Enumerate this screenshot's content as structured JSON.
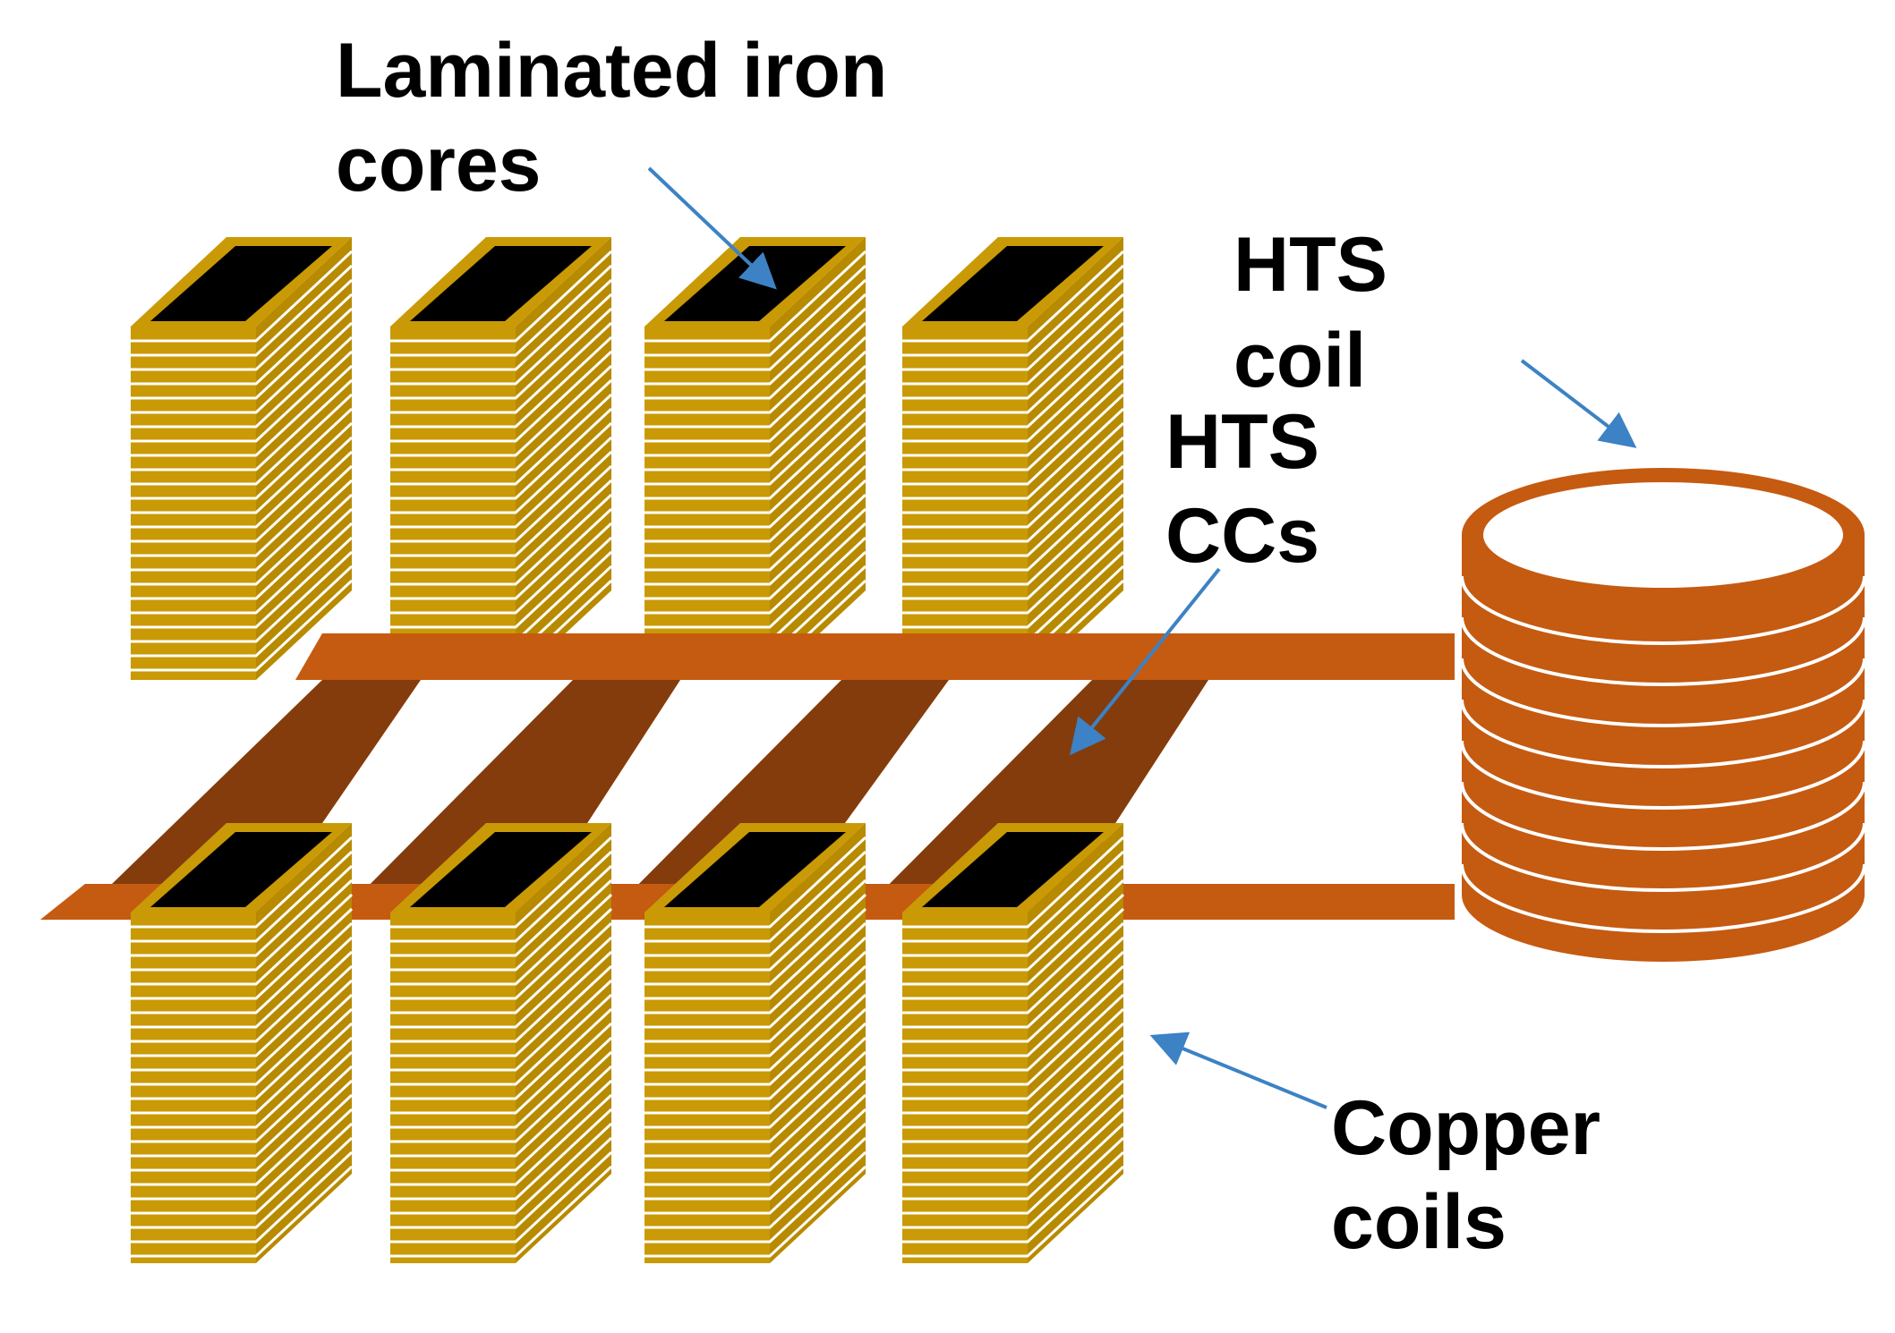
{
  "labels": {
    "laminated_iron_cores": [
      "Laminated iron",
      "cores"
    ],
    "hts_coil": [
      "HTS",
      "coil"
    ],
    "hts_ccs": [
      "HTS",
      "CCs"
    ],
    "copper_coils": [
      "Copper",
      "coils"
    ]
  },
  "colors": {
    "copper_coil_face": "#C99A06",
    "copper_coil_edge": "#B88A00",
    "laminate_line": "#FFFFFF",
    "iron_core_top": "#000000",
    "hts_tape": "#C55A11",
    "hts_cc_strip": "#843C0C",
    "arrow": "#3C82C4",
    "text": "#000000"
  },
  "components": {
    "upper_core_stacks": 4,
    "lower_core_stacks": 4,
    "hts_cc_strips": 4,
    "hts_coil_turns": 8
  }
}
